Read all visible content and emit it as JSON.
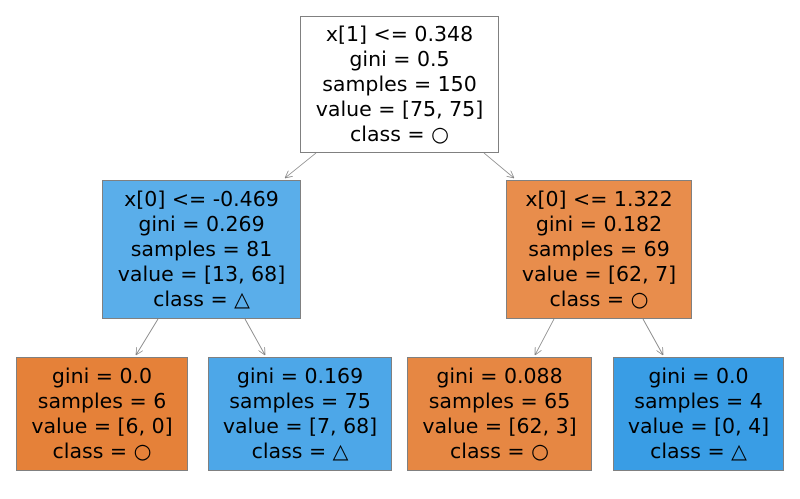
{
  "diagram": {
    "type": "decision-tree",
    "class_symbols": {
      "circle": "○",
      "triangle": "△"
    },
    "nodes": [
      {
        "id": "root",
        "split": "x[1] <= 0.348",
        "gini": "gini = 0.5",
        "samples": "samples = 150",
        "value": "value = [75, 75]",
        "class": "class = ○",
        "color": "#ffffff"
      },
      {
        "id": "left",
        "split": "x[0] <= -0.469",
        "gini": "gini = 0.269",
        "samples": "samples = 81",
        "value": "value = [13, 68]",
        "class": "class = △",
        "color": "#5aaeea"
      },
      {
        "id": "right",
        "split": "x[0] <= 1.322",
        "gini": "gini = 0.182",
        "samples": "samples = 69",
        "value": "value = [62, 7]",
        "class": "class = ○",
        "color": "#e88d4c"
      },
      {
        "id": "left-left",
        "gini": "gini = 0.0",
        "samples": "samples = 6",
        "value": "value = [6, 0]",
        "class": "class = ○",
        "color": "#e58139"
      },
      {
        "id": "left-right",
        "gini": "gini = 0.169",
        "samples": "samples = 75",
        "value": "value = [7, 68]",
        "class": "class = △",
        "color": "#4da7e8"
      },
      {
        "id": "right-left",
        "gini": "gini = 0.088",
        "samples": "samples = 65",
        "value": "value = [62, 3]",
        "class": "class = ○",
        "color": "#e68743"
      },
      {
        "id": "right-right",
        "gini": "gini = 0.0",
        "samples": "samples = 4",
        "value": "value = [0, 4]",
        "class": "class = △",
        "color": "#399de5"
      }
    ],
    "edges": [
      {
        "from": "root",
        "to": "left"
      },
      {
        "from": "root",
        "to": "right"
      },
      {
        "from": "left",
        "to": "left-left"
      },
      {
        "from": "left",
        "to": "left-right"
      },
      {
        "from": "right",
        "to": "right-left"
      },
      {
        "from": "right",
        "to": "right-right"
      }
    ]
  }
}
